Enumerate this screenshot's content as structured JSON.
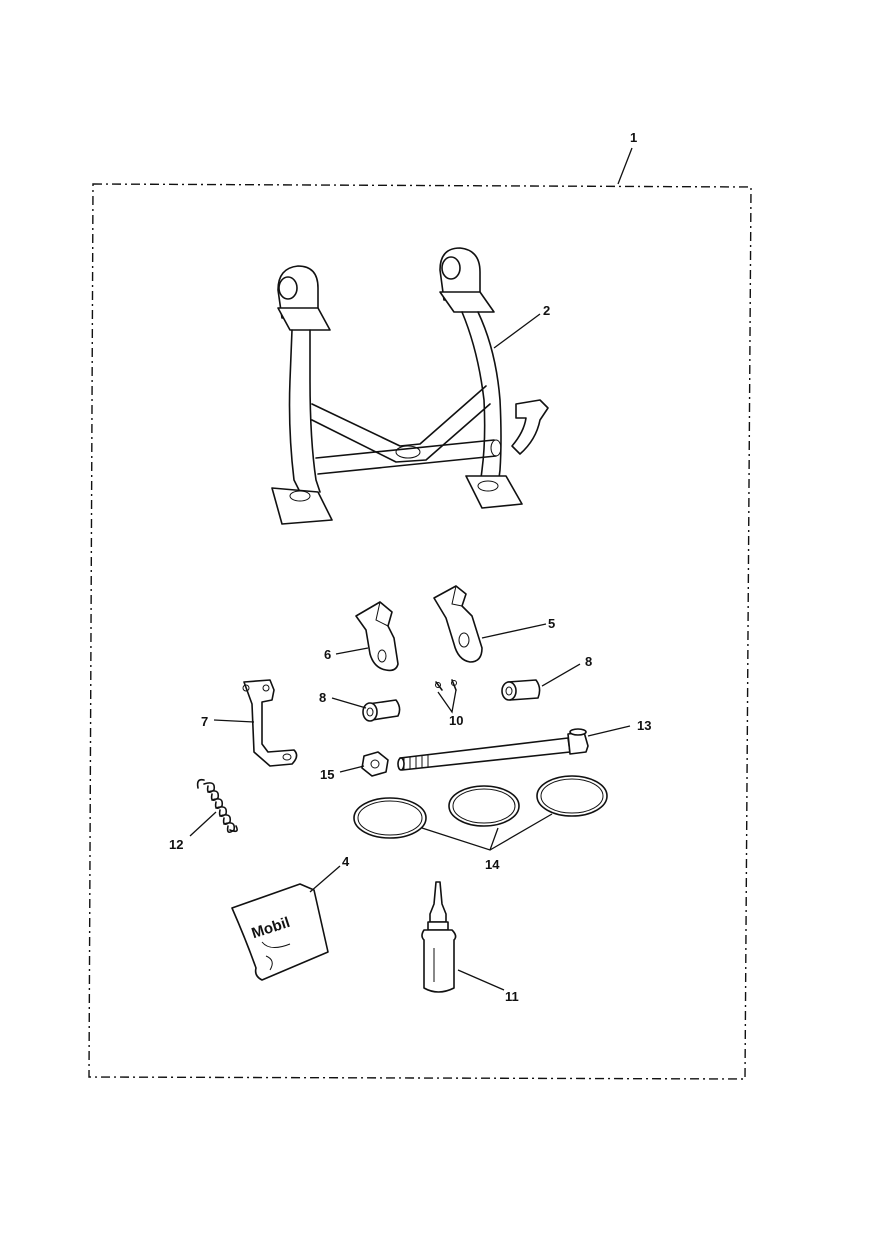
{
  "callouts": {
    "c1": "1",
    "c2": "2",
    "c4": "4",
    "c5": "5",
    "c6": "6",
    "c7": "7",
    "c8a": "8",
    "c8b": "8",
    "c10": "10",
    "c11": "11",
    "c12": "12",
    "c13": "13",
    "c14": "14",
    "c15": "15"
  },
  "logo": {
    "text": "Mobil"
  },
  "colors": {
    "ink": "#111111",
    "paper": "#ffffff"
  }
}
